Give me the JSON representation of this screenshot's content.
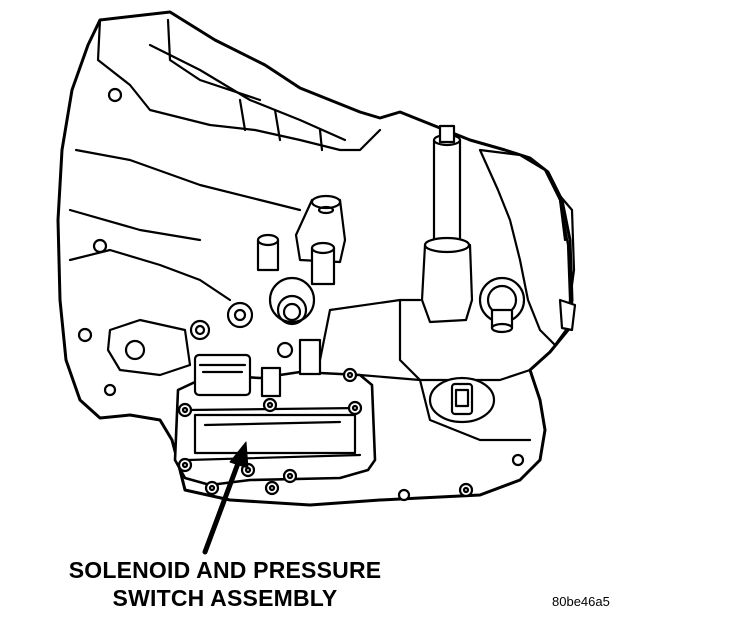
{
  "callout": {
    "line1": "SOLENOID AND PRESSURE",
    "line2": "SWITCH ASSEMBLY"
  },
  "figure_code": "80be46a5",
  "colors": {
    "ink": "#000000",
    "paper": "#ffffff"
  }
}
